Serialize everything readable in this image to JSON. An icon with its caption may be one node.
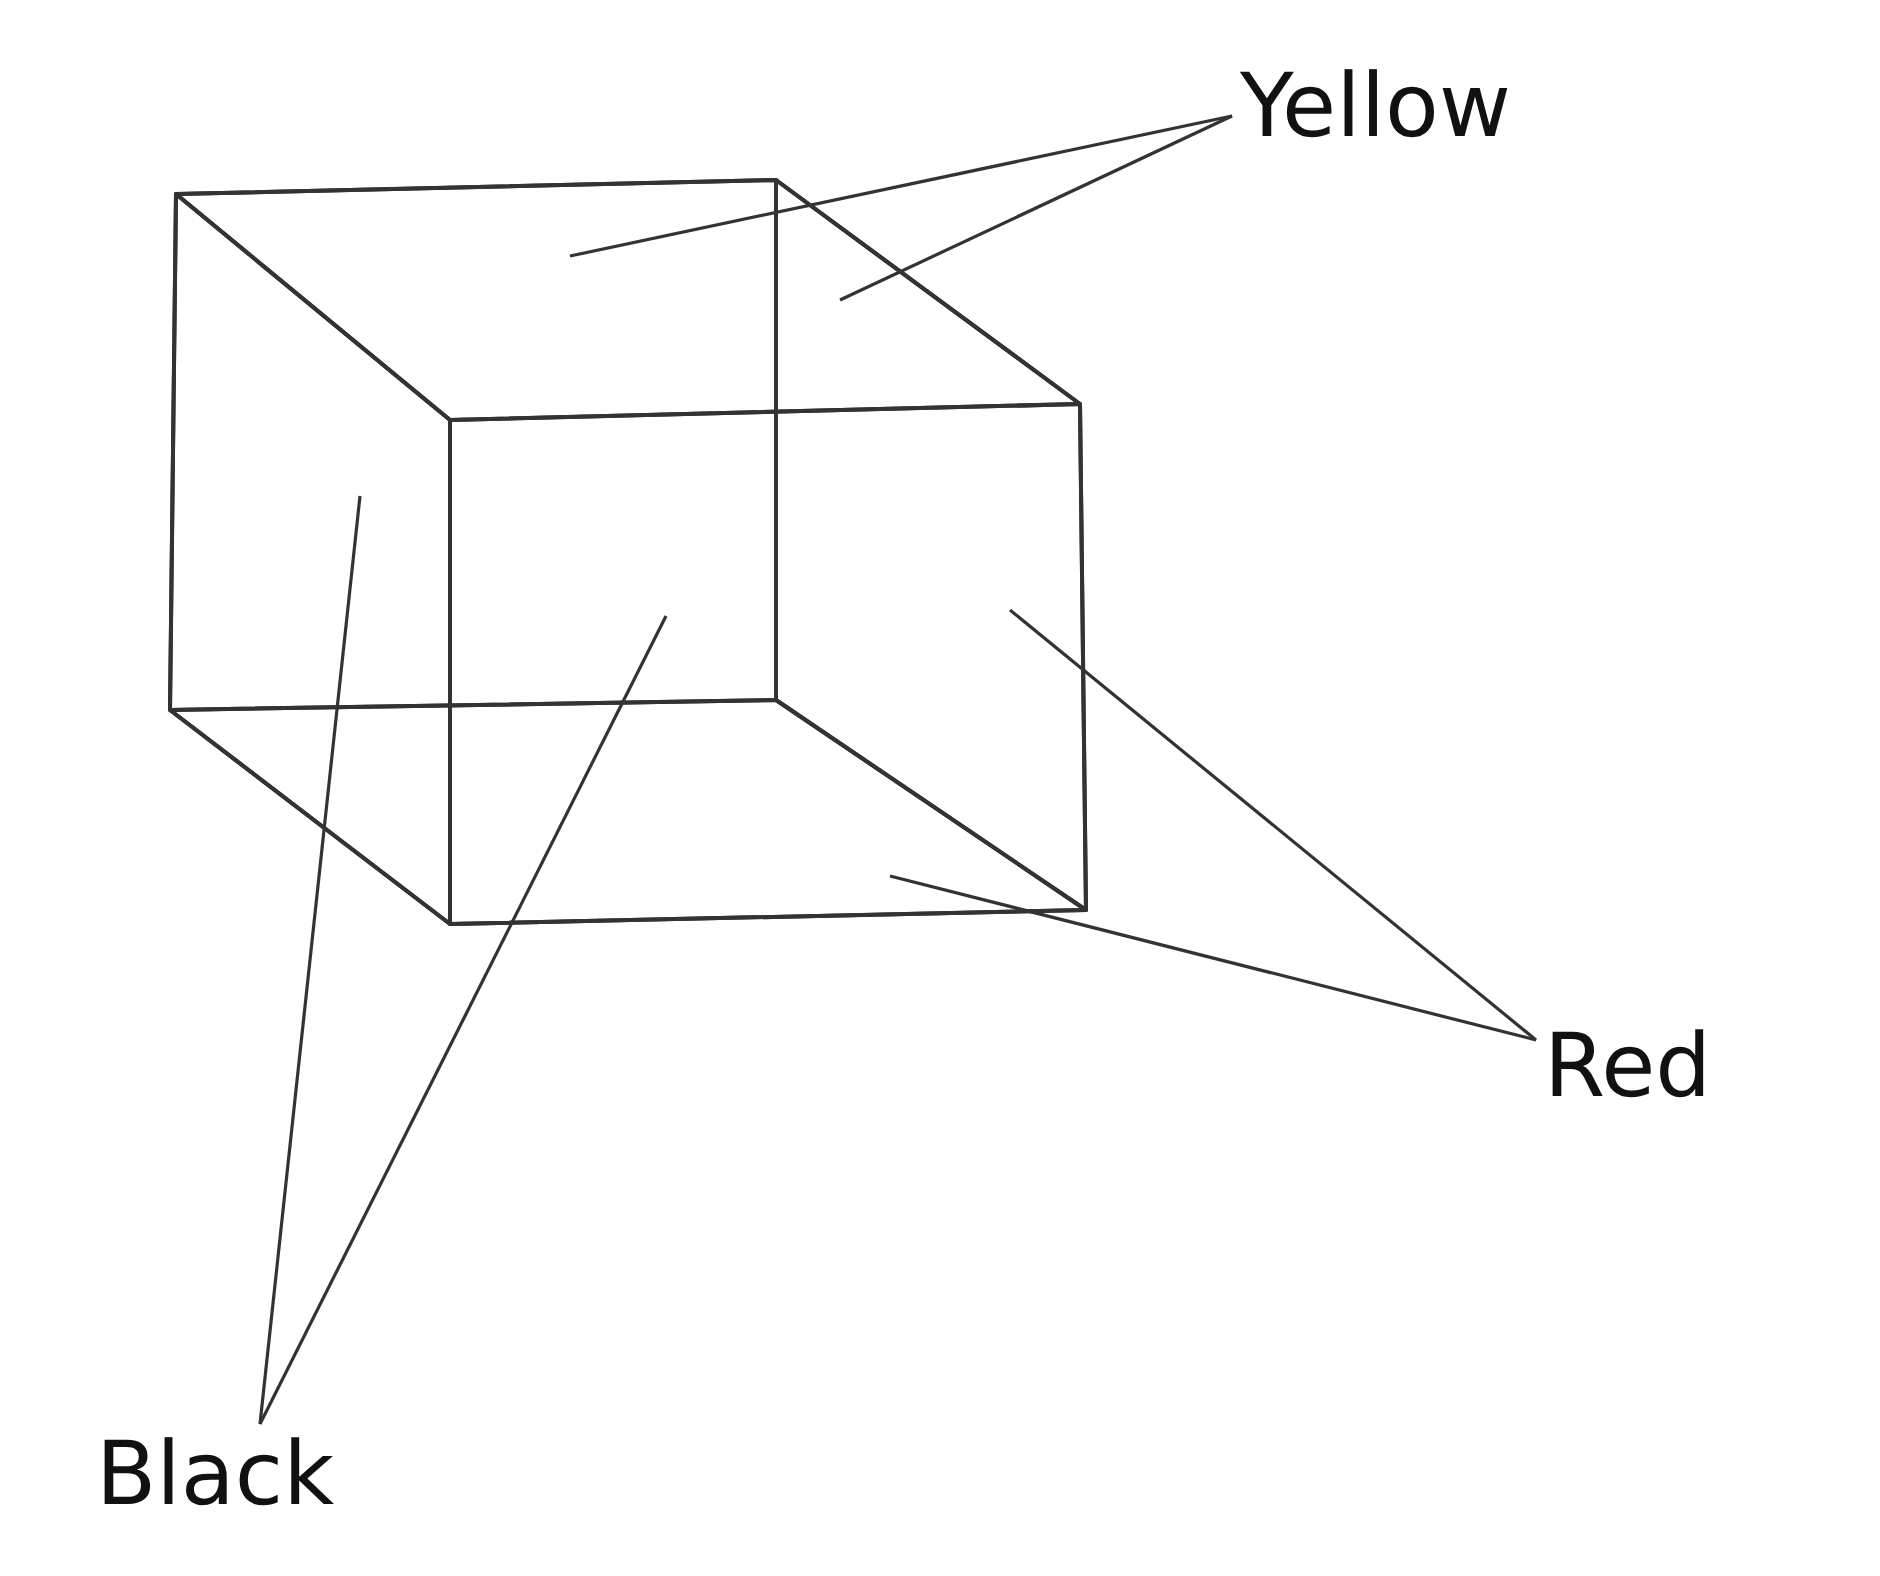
{
  "diagram": {
    "nodes": [
      {
        "text": [
          "Yellow"
        ]
      },
      {
        "text": [],
        "shape": "box"
      },
      {
        "text": [],
        "shape": "box"
      },
      {
        "text": [],
        "shape": "box"
      },
      {
        "text": [],
        "shape": "box"
      },
      {
        "text": [],
        "shape": "box"
      },
      {
        "text": [],
        "shape": "box"
      },
      {
        "text": [
          "Red"
        ]
      },
      {
        "text": [
          "Black"
        ]
      }
    ],
    "edges": [
      {
        "from": 0,
        "to": 2,
        "arrow": "none"
      },
      {
        "from": 0,
        "to": 1,
        "arrow": "none"
      },
      {
        "from": 7,
        "to": 5,
        "arrow": "none"
      },
      {
        "from": 7,
        "to": 6,
        "arrow": "none"
      },
      {
        "from": 8,
        "to": 3,
        "arrow": "none"
      },
      {
        "from": 8,
        "to": 4,
        "arrow": "none"
      }
    ]
  }
}
